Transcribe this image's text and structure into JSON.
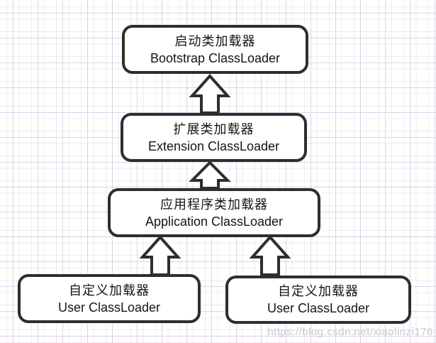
{
  "diagram": {
    "type": "flow-diagram",
    "boxes": [
      {
        "id": "bootstrap",
        "label_zh": "启动类加载器",
        "label_en": "Bootstrap ClassLoader"
      },
      {
        "id": "extension",
        "label_zh": "扩展类加载器",
        "label_en": "Extension ClassLoader"
      },
      {
        "id": "application",
        "label_zh": "应用程序类加载器",
        "label_en": "Application ClassLoader"
      },
      {
        "id": "user-left",
        "label_zh": "自定义加载器",
        "label_en": "User ClassLoader"
      },
      {
        "id": "user-right",
        "label_zh": "自定义加载器",
        "label_en": "User ClassLoader"
      }
    ],
    "arrows": [
      {
        "from": "extension",
        "to": "bootstrap",
        "direction": "up"
      },
      {
        "from": "application",
        "to": "extension",
        "direction": "up"
      },
      {
        "from": "user-left",
        "to": "application",
        "direction": "up"
      },
      {
        "from": "user-right",
        "to": "application",
        "direction": "up"
      }
    ],
    "watermark": {
      "text": "https://blog.csdn.net/xiaolinzi176"
    },
    "colors": {
      "box_border": "#2e2e2e",
      "box_fill": "#ffffff",
      "text": "#151515",
      "grid_major": "#c4c0e2",
      "grid_minor": "#ecdbdb",
      "watermark": "#c8c8d5"
    }
  }
}
